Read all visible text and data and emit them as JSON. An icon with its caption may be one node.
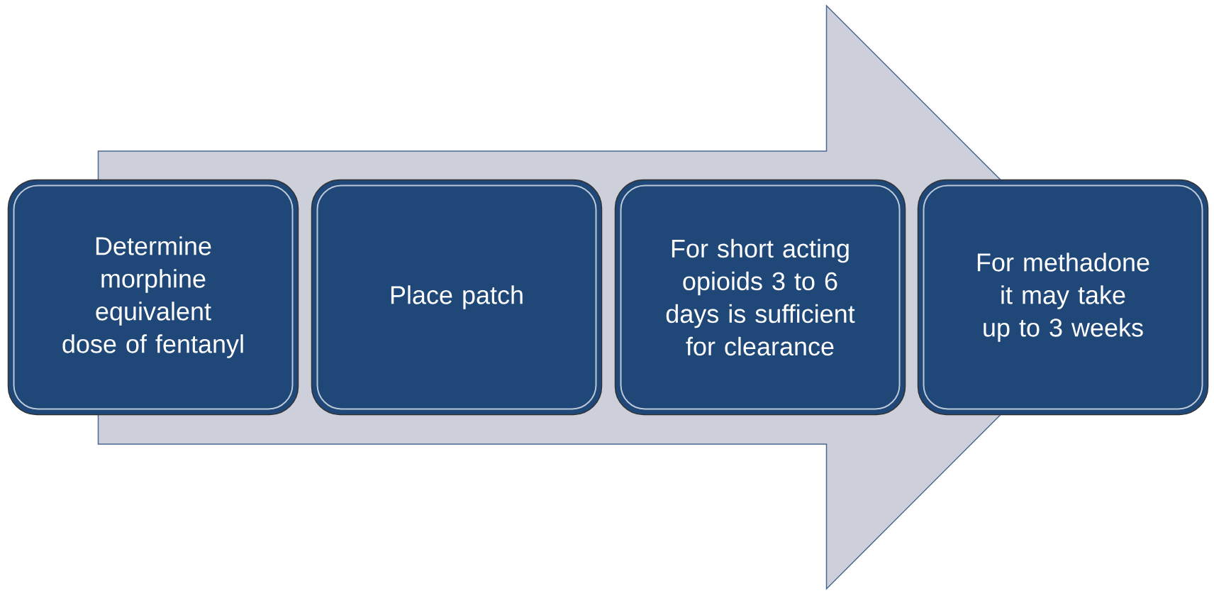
{
  "diagram": {
    "nodes": [
      {
        "text": [
          "Determine morphine equivalent dose of fentanyl"
        ]
      },
      {
        "text": [
          "Place patch"
        ]
      },
      {
        "text": [
          "For short acting opioids 3 to 6 days is sufficient for clearance"
        ]
      },
      {
        "text": [
          "For methadone it may take up to 3 weeks"
        ]
      }
    ],
    "edges": [
      {
        "from": 0,
        "to": 3,
        "arrow": "to"
      }
    ]
  }
}
